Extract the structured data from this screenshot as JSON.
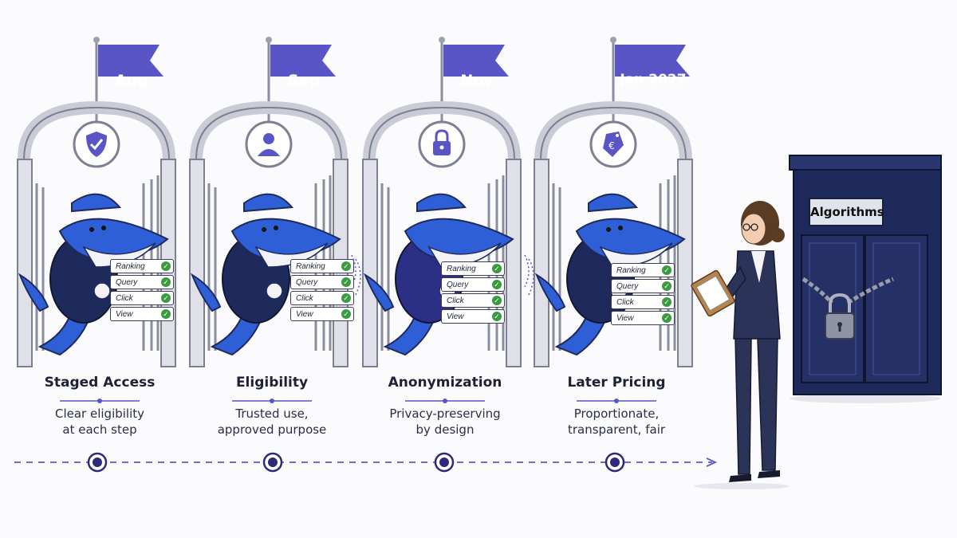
{
  "stages": [
    {
      "flag": "Aug",
      "icon": "shield-check-icon",
      "title": "Staged Access",
      "desc_line1": "Clear eligibility",
      "desc_line2": "at each step",
      "checklist": [
        "Ranking",
        "Query",
        "Click",
        "View"
      ]
    },
    {
      "flag": "Sep",
      "icon": "person-icon",
      "title": "Eligibility",
      "desc_line1": "Trusted use,",
      "desc_line2": "approved purpose",
      "checklist": [
        "Ranking",
        "Query",
        "Click",
        "View"
      ]
    },
    {
      "flag": "Nov",
      "icon": "padlock-icon",
      "title": "Anonymization",
      "desc_line1": "Privacy-preserving",
      "desc_line2": "by design",
      "checklist": [
        "Ranking",
        "Query",
        "Click",
        "View"
      ]
    },
    {
      "flag": "Jan 2027",
      "icon": "euro-tag-icon",
      "title": "Later Pricing",
      "desc_line1": "Proportionate,",
      "desc_line2": "transparent, fair",
      "checklist": [
        "Ranking",
        "Query",
        "Click",
        "View"
      ]
    }
  ],
  "cabinet": {
    "label": "Algorithms",
    "icon": "chain-lock-icon"
  },
  "colors": {
    "accent": "#5a55c7",
    "whale": "#2f5fd6",
    "navy": "#1f2a5c",
    "check": "#3a9a3f"
  }
}
